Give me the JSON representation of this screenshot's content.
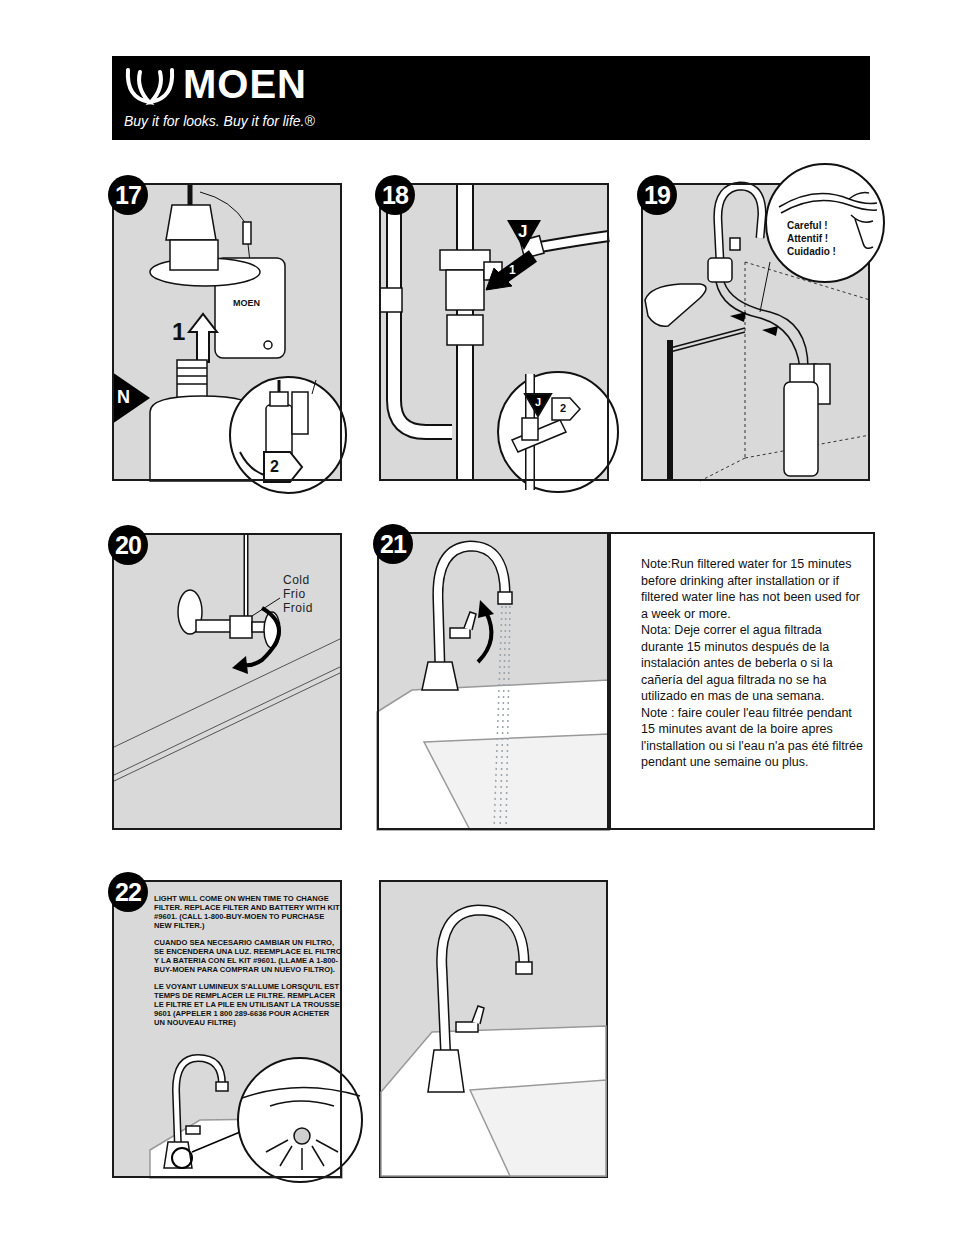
{
  "diagram": {
    "nodes": [
      {
        "text": [
          "MOEN",
          "Buy it for looks. Buy it for life.®"
        ]
      },
      {
        "text": [
          "17"
        ]
      },
      {
        "text": [
          "18"
        ]
      },
      {
        "text": [
          "19"
        ]
      },
      {
        "text": [
          "Careful !",
          "Attentif !",
          "Cuidadio !"
        ],
        "in": 3
      },
      {
        "text": [
          "20"
        ]
      },
      {
        "text": [
          "21"
        ]
      },
      {
        "text": [
          "Note:Run filtered water for 15 minutes before drinking after installation or if filtered water line has not been used for a week or more.",
          "Nota: Deje correr el agua filtrada durante 15 minutos después de la instalación antes de beberla o si la cañería del agua filtrada no se ha utilizado en mas de una semana.",
          "Note : faire couler l'eau filtrée pendant 15 minutes avant de la boire apres l'installation ou si l'eau n'a pas été filtrée pendant une semaine ou plus."
        ]
      },
      {
        "text": [
          "22",
          "LIGHT WILL COME ON WHEN TIME TO CHANGE FILTER. REPLACE FILTER AND BATTERY WITH KIT #9601. (CALL 1-800-BUY-MOEN TO PURCHASE NEW FILTER.)",
          "CUANDO SEA NECESARIO CAMBIAR UN FILTRO, SE ENCENDERA UNA LUZ. REEMPLACE EL FILTRO Y LA BATERIA CON EL KIT #9601. (LLAME A 1-800-BUY-MOEN PARA COMPRAR UN NUEVO FILTRO).",
          "LE VOYANT LUMINEUX S'ALLUME LORSQU'IL EST TEMPS DE REMPLACER LE FILTRE. REMPLACER LE FILTRE ET LA PILE EN UTILISANT LA TROUSSE 9601 (APPELER 1 800 289-6636 POUR ACHETER UN NOUVEAU FILTRE)"
        ]
      }
    ],
    "labels": [
      "1",
      "N",
      "MOEN",
      "2",
      "J",
      "1",
      "J",
      "2",
      "Cold",
      "Frio",
      "Froid"
    ]
  }
}
